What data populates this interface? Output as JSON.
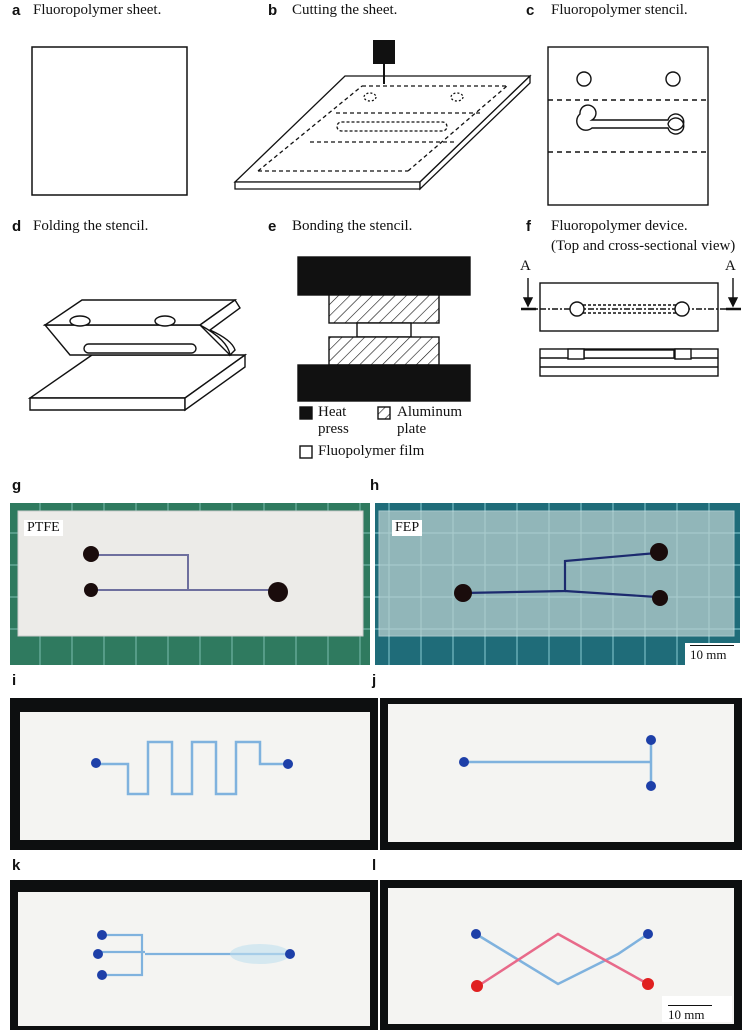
{
  "panels": {
    "a": {
      "letter": "a",
      "title": "Fluoropolymer sheet."
    },
    "b": {
      "letter": "b",
      "title": "Cutting the sheet."
    },
    "c": {
      "letter": "c",
      "title": "Fluoropolymer stencil."
    },
    "d": {
      "letter": "d",
      "title": "Folding the stencil."
    },
    "e": {
      "letter": "e",
      "title": "Bonding the stencil."
    },
    "f": {
      "letter": "f",
      "title": "Fluoropolymer device.",
      "subtitle": "(Top and cross-sectional view)",
      "section_left": "A",
      "section_right": "A"
    },
    "g": {
      "letter": "g",
      "tag": "PTFE"
    },
    "h": {
      "letter": "h",
      "tag": "FEP",
      "scalebar": "10 mm"
    },
    "i": {
      "letter": "i"
    },
    "j": {
      "letter": "j"
    },
    "k": {
      "letter": "k"
    },
    "l": {
      "letter": "l",
      "scalebar": "10 mm"
    }
  },
  "legend": {
    "heat_press_1": "Heat",
    "heat_press_2": "press",
    "aluminum_1": "Aluminum",
    "aluminum_2": "plate",
    "film": "Fluopolymer film"
  },
  "colors": {
    "ink": "#111111",
    "mat_green": "#2f7a5f",
    "mat_dark": "#0d0f10",
    "sheet": "#f4f4f2",
    "channel_blue": "#7fb2de",
    "dot_blue": "#1d3fa8",
    "dot_red": "#e02020",
    "channel_red": "#e86a8a"
  }
}
